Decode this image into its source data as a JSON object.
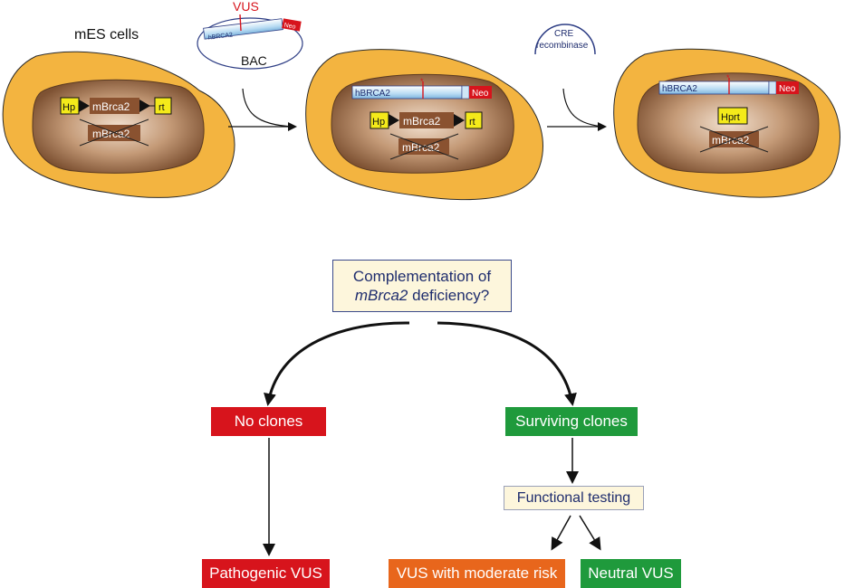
{
  "top": {
    "cells_label": "mES cells",
    "vus_label": "VUS",
    "bac_label": "BAC",
    "hbrca2_label": "hBRCA2",
    "neo_label": "Neo",
    "hp_label": "Hp",
    "rt_label": "rt",
    "mbrca2_label": "mBrca2",
    "hprt_label": "Hprt",
    "cre_line1": "CRE",
    "cre_line2": "recombinase"
  },
  "flow": {
    "question_line1": "Complementation of",
    "question_italic": "mBrca2",
    "question_rest": " deficiency?",
    "no_clones": "No clones",
    "surviving_clones": "Surviving clones",
    "functional_testing": "Functional testing",
    "pathogenic_vus": "Pathogenic VUS",
    "vus_moderate": "VUS with moderate risk",
    "neutral_vus": "Neutral VUS"
  },
  "colors": {
    "cell_outer": "#f3b440",
    "nucleus": "#9a6a43",
    "gene_box": "#8a5230",
    "yellow_box": "#f4ea1a",
    "hbrca2_bar": "#a8d4ef",
    "neo_red": "#d7141c",
    "vus_red": "#d7141c",
    "red_box": "#d7141c",
    "green_box": "#1f9a3c",
    "orange_box": "#e8661c"
  }
}
